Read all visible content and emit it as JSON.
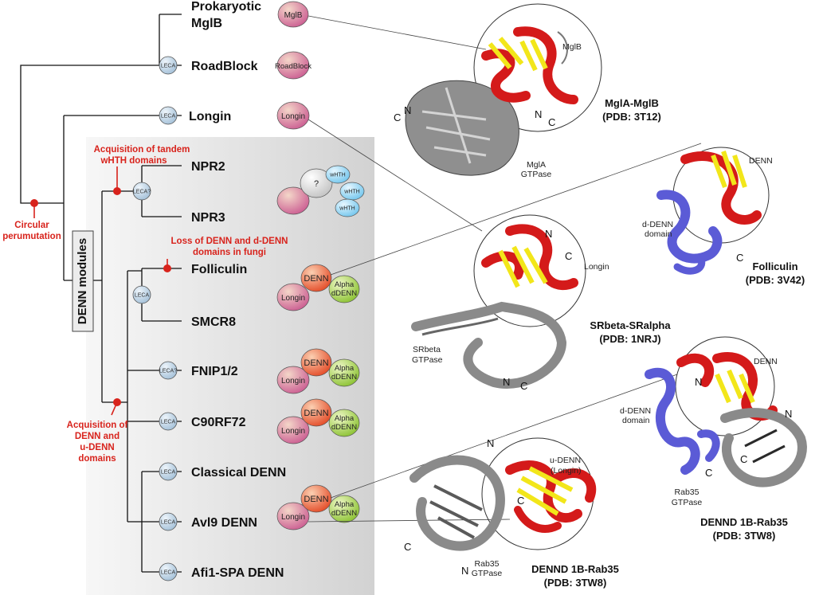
{
  "tree": {
    "leaves": [
      {
        "id": "mglb",
        "label": "Prokaryotic",
        "label2": "MglB"
      },
      {
        "id": "roadblock",
        "label": "RoadBlock"
      },
      {
        "id": "longin",
        "label": "Longin"
      },
      {
        "id": "npr2",
        "label": "NPR2"
      },
      {
        "id": "npr3",
        "label": "NPR3"
      },
      {
        "id": "folliculin",
        "label": "Folliculin"
      },
      {
        "id": "smcr8",
        "label": "SMCR8"
      },
      {
        "id": "fnip",
        "label": "FNIP1/2"
      },
      {
        "id": "c9orf72",
        "label": "C90RF72"
      },
      {
        "id": "classical",
        "label": "Classical DENN"
      },
      {
        "id": "avl9",
        "label": "Avl9 DENN"
      },
      {
        "id": "afi1",
        "label": "Afi1-SPA DENN"
      }
    ],
    "leca_labels": {
      "leca": "LECA",
      "leca_q": "LECA?"
    },
    "denn_modules_label": "DENN modules",
    "events": {
      "circular": [
        "Circular",
        "perumutation"
      ],
      "tandem": [
        "Acquisition of tandem",
        "wHTH domains"
      ],
      "loss": [
        "Loss of DENN and d-DENN",
        "domains in fungi"
      ],
      "acquisition": [
        "Acquisition of",
        "DENN and",
        "u-DENN",
        "domains"
      ]
    }
  },
  "domains": {
    "mglb": "MglB",
    "roadblock": "RoadBlock",
    "longin": "Longin",
    "denn": "DENN",
    "alpha": "Alpha",
    "ddenn": "dDENN",
    "question": "?",
    "whth": "wHTH"
  },
  "structures": {
    "mgla_mglb": {
      "title": "MglA-MglB",
      "pdb": "(PDB: 3T12)",
      "labels": {
        "domain": "MglB",
        "gtpase1": "MglA",
        "gtpase2": "GTPase",
        "n1": "N",
        "c1": "C",
        "n2": "N",
        "c2": "C"
      }
    },
    "folliculin": {
      "title": "Folliculin",
      "pdb": "(PDB: 3V42)",
      "labels": {
        "denn": "DENN",
        "ddenn1": "d-DENN",
        "ddenn2": "domain",
        "c": "C"
      }
    },
    "srbeta": {
      "title": "SRbeta-SRalpha",
      "pdb": "(PDB: 1NRJ)",
      "labels": {
        "longin": "Longin",
        "gtp1": "SRbeta",
        "gtp2": "GTPase",
        "n1": "N",
        "c1": "C",
        "n2": "N",
        "c2": "C"
      }
    },
    "dennd_right": {
      "title": "DENND 1B-Rab35",
      "pdb": "(PDB: 3TW8)",
      "labels": {
        "denn": "DENN",
        "ddenn1": "d-DENN",
        "ddenn2": "domain",
        "rab1": "Rab35",
        "rab2": "GTPase",
        "n1": "N",
        "n2": "N",
        "c1": "C",
        "c2": "C"
      }
    },
    "dennd_left": {
      "title": "DENND 1B-Rab35",
      "pdb": "(PDB: 3TW8)",
      "labels": {
        "udenn1": "u-DENN",
        "udenn2": "(Longin)",
        "rab1": "Rab35",
        "rab2": "GTPase",
        "n1": "N",
        "c1": "C",
        "c2": "C",
        "n2": "N"
      }
    }
  },
  "colors": {
    "panel": "#d9d9d9",
    "event_red": "#d8231c",
    "helix_red": "#d41a1a",
    "strand_yellow": "#f2e61a",
    "helix_blue": "#5b5bd6",
    "gtpase_grey": "#8a8a8a",
    "leca_fill": "#c4d9ea",
    "denn_orange": "#e8643c",
    "alpha_green": "#9ccc3c",
    "longin_pink": "#cf6f9a",
    "whth_blue": "#8fd1ef"
  }
}
